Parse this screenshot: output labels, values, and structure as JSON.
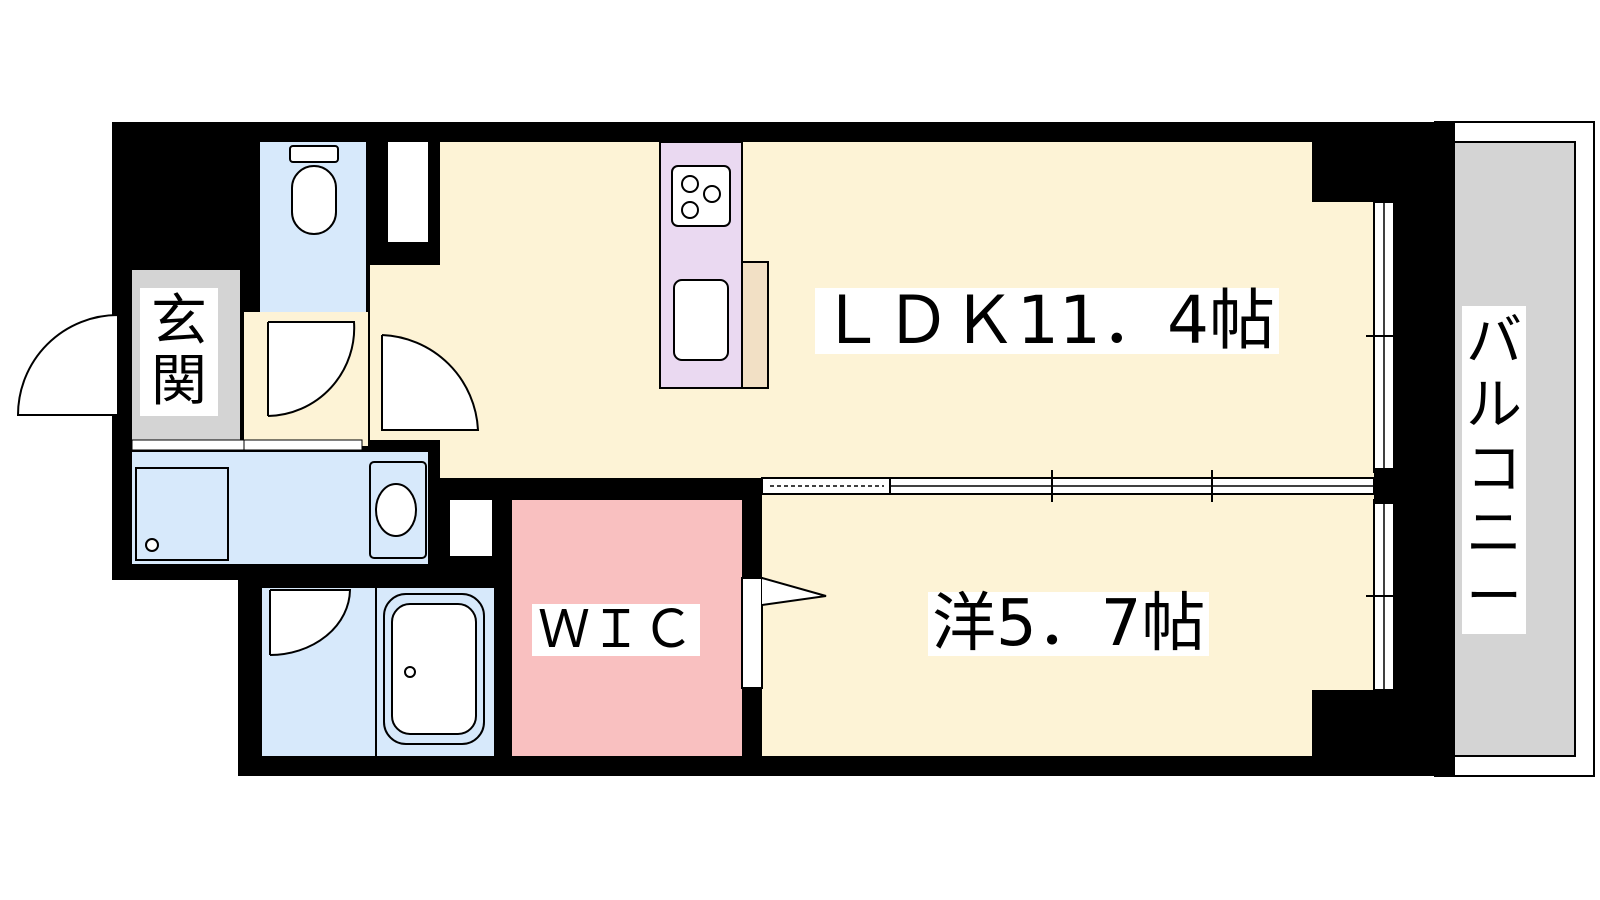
{
  "floor_plan": {
    "rooms": {
      "ldk": "ＬＤＫ11．4帖",
      "western_room": "洋5．7帖",
      "wic": "ＷＩＣ",
      "entrance": "玄関",
      "balcony": "バルコニー"
    },
    "colors": {
      "wall": "#000000",
      "living_floor": "#fdf3d6",
      "wet_area": "#d7e9fb",
      "wic_floor": "#f9c0c0",
      "entrance_floor": "#d4d4d4",
      "balcony_floor": "#d4d4d4",
      "kitchen_counter": "#ead9f1",
      "kitchen_side_counter": "#f2e0c5"
    }
  }
}
